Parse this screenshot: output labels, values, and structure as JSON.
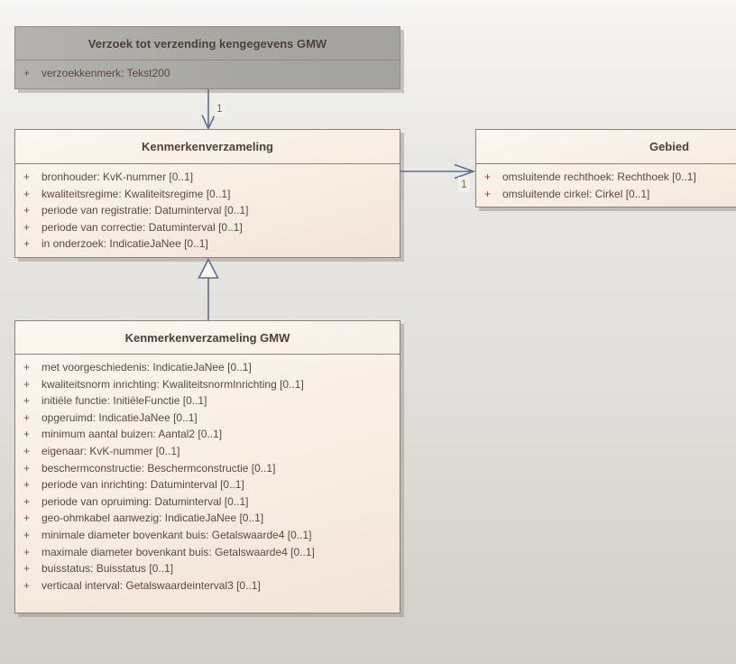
{
  "diagram": {
    "classes": [
      {
        "title": "Verzoek tot verzending kengegevens GMW",
        "attributes": [
          {
            "vis": "+",
            "text": "verzoekkenmerk: Tekst200"
          }
        ]
      },
      {
        "title": "Kenmerkenverzameling",
        "attributes": [
          {
            "vis": "+",
            "text": "bronhouder: KvK-nummer [0..1]"
          },
          {
            "vis": "+",
            "text": "kwaliteitsregime: Kwaliteitsregime [0..1]"
          },
          {
            "vis": "+",
            "text": "periode van registratie: Datuminterval [0..1]"
          },
          {
            "vis": "+",
            "text": "periode van correctie: Datuminterval [0..1]"
          },
          {
            "vis": "+",
            "text": "in onderzoek: IndicatieJaNee [0..1]"
          }
        ]
      },
      {
        "title": "Gebied",
        "attributes": [
          {
            "vis": "+",
            "text": "omsluitende rechthoek: Rechthoek [0..1]"
          },
          {
            "vis": "+",
            "text": "omsluitende cirkel: Cirkel [0..1]"
          }
        ]
      },
      {
        "title": "Kenmerkenverzameling GMW",
        "attributes": [
          {
            "vis": "+",
            "text": "met voorgeschiedenis: IndicatieJaNee [0..1]"
          },
          {
            "vis": "+",
            "text": "kwaliteitsnorm inrichting: KwaliteitsnormInrichting [0..1]"
          },
          {
            "vis": "+",
            "text": "initiële functie: InitiëleFunctie [0..1]"
          },
          {
            "vis": "+",
            "text": "opgeruimd: IndicatieJaNee [0..1]"
          },
          {
            "vis": "+",
            "text": "minimum aantal buizen: Aantal2 [0..1]"
          },
          {
            "vis": "+",
            "text": "eigenaar: KvK-nummer [0..1]"
          },
          {
            "vis": "+",
            "text": "beschermconstructie: Beschermconstructie [0..1]"
          },
          {
            "vis": "+",
            "text": "periode van inrichting: Datuminterval [0..1]"
          },
          {
            "vis": "+",
            "text": "periode van opruiming: Datuminterval [0..1]"
          },
          {
            "vis": "+",
            "text": "geo-ohmkabel aanwezig: IndicatieJaNee [0..1]"
          },
          {
            "vis": "+",
            "text": "minimale diameter bovenkant buis: Getalswaarde4 [0..1]"
          },
          {
            "vis": "+",
            "text": "maximale diameter bovenkant buis: Getalswaarde4 [0..1]"
          },
          {
            "vis": "+",
            "text": "buisstatus: Buisstatus [0..1]"
          },
          {
            "vis": "+",
            "text": "verticaal interval: Getalswaardeinterval3 [0..1]"
          }
        ]
      }
    ],
    "connectors": [
      {
        "name": "verzoek to kenmerkenverzameling",
        "type": "directed association",
        "target_multiplicity": "1"
      },
      {
        "name": "kenmerkenverzameling to gebied",
        "type": "directed association",
        "target_multiplicity": "1"
      },
      {
        "name": "kenmerkenverzameling gmw generalization",
        "type": "generalization"
      }
    ],
    "colors": {
      "connector": "#5c6d93",
      "class_fill_top": "#fcf7ef",
      "class_fill_bottom": "#f2e4d9",
      "class_border": "#8e8078",
      "gray_class_fill": "#a8a6a3",
      "title_text": "#4e403a",
      "attribute_text": "#5e473e",
      "visibility_text": "#8a4a3b",
      "multiplicity_text": "#84693f"
    }
  }
}
